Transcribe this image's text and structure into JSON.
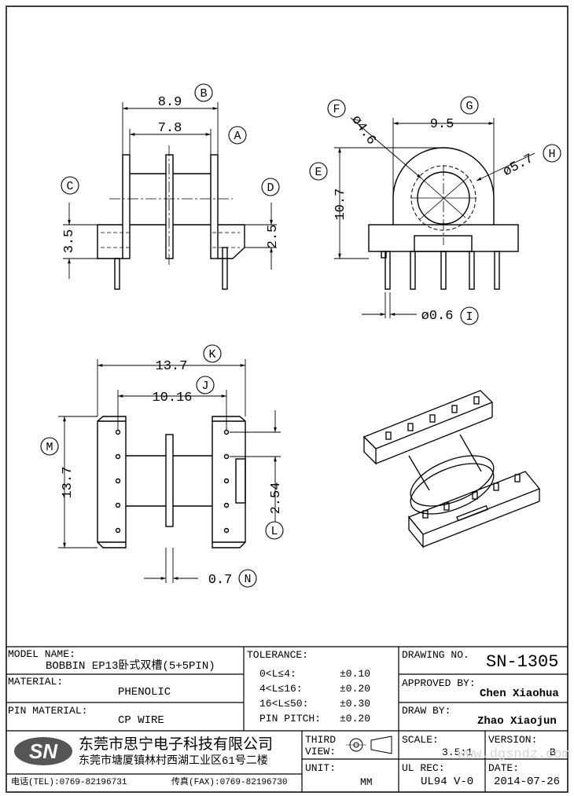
{
  "dimensions": {
    "a_val": "7.8",
    "b_val": "8.9",
    "c_val": "3.5",
    "d_val": "2.5",
    "e_val": "10.7",
    "f_val": "ø4.6",
    "g_val": "9.5",
    "h_val": "ø5.7",
    "i_val": "ø0.6",
    "j_val": "10.16",
    "k_val": "13.7",
    "l_val": "2.54",
    "m_val": "13.7",
    "n_val": "0.7"
  },
  "callouts": {
    "a": "A",
    "b": "B",
    "c": "C",
    "d": "D",
    "e": "E",
    "f": "F",
    "g": "G",
    "h": "H",
    "i": "I",
    "j": "J",
    "k": "K",
    "l": "L",
    "m": "M",
    "n": "N"
  },
  "title_block": {
    "model_name_label": "MODEL NAME:",
    "model_name": "BOBBIN EP13卧式双槽(5+5PIN)",
    "material_label": "MATERIAL:",
    "material": "PHENOLIC",
    "pin_material_label": "PIN MATERIAL:",
    "pin_material": "CP WIRE",
    "tolerance_label": "TOLERANCE:",
    "tolerances": [
      {
        "range": "0<L≤4:",
        "value": "±0.10"
      },
      {
        "range": "4<L≤16:",
        "value": "±0.20"
      },
      {
        "range": "16<L≤50:",
        "value": "±0.30"
      },
      {
        "range": "PIN PITCH:",
        "value": "±0.20"
      }
    ],
    "drawing_no_label": "DRAWING NO.",
    "drawing_no": "SN-1305",
    "approved_by_label": "APPROVED BY:",
    "approved_by": "Chen Xiaohua",
    "draw_by_label": "DRAW BY:",
    "draw_by": "Zhao Xiaojun",
    "third_view_label_1": "THIRD",
    "third_view_label_2": "VIEW:",
    "unit_label": "UNIT:",
    "unit": "MM",
    "scale_label": "SCALE:",
    "scale": "3.5:1",
    "version_label": "VERSION:",
    "version": "B",
    "ul_rec_label": "UL REC:",
    "ul_rec": "UL94 V-0",
    "date_label": "DATE:",
    "date": "2014-07-26",
    "logo_text": "SN",
    "company_name": "东莞市思宁电子科技有限公司",
    "company_address": "东莞市塘厦镇林村西湖工业区61号二楼",
    "tel": "电话(TEL):0769-82196731",
    "fax": "传真(FAX):0769-82196730",
    "watermark": "www.dgsndz.com"
  }
}
